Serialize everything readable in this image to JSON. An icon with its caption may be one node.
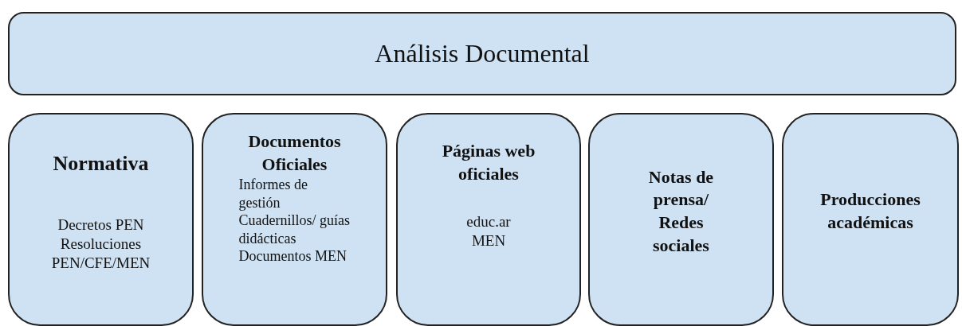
{
  "diagram": {
    "nodes": [
      {
        "text": [
          "Análisis Documental"
        ]
      },
      {
        "text": [
          "Normativa",
          "Decretos PEN",
          "Resoluciones PEN/CFE/MEN"
        ]
      },
      {
        "text": [
          "Documentos Oficiales",
          "Informes de gestión",
          "Cuadernillos/ guías didácticas",
          "Documentos MEN"
        ]
      },
      {
        "text": [
          "Páginas web oficiales",
          "educ.ar",
          "MEN"
        ]
      },
      {
        "text": [
          "Notas de prensa/ Redes sociales"
        ]
      },
      {
        "text": [
          "Producciones académicas"
        ]
      }
    ]
  }
}
